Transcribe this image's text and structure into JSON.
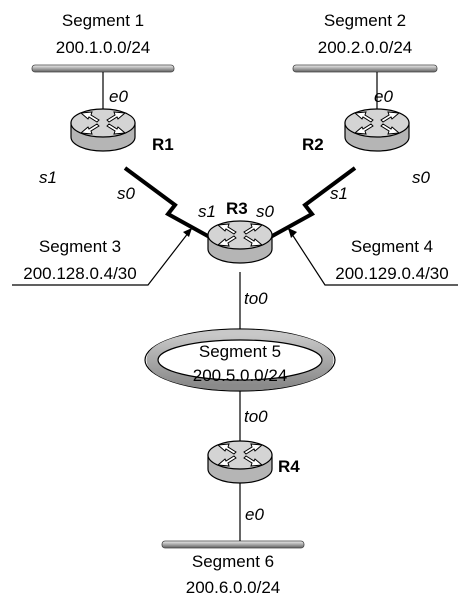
{
  "segments": {
    "s1": {
      "name": "Segment 1",
      "net": "200.1.0.0/24"
    },
    "s2": {
      "name": "Segment 2",
      "net": "200.2.0.0/24"
    },
    "s3": {
      "name": "Segment 3",
      "net": "200.128.0.4/30"
    },
    "s4": {
      "name": "Segment 4",
      "net": "200.129.0.4/30"
    },
    "s5": {
      "name": "Segment 5",
      "net": "200.5.0.0/24"
    },
    "s6": {
      "name": "Segment 6",
      "net": "200.6.0.0/24"
    }
  },
  "routers": {
    "r1": {
      "name": "R1",
      "e0": "e0",
      "s1": "s1",
      "s0": "s0"
    },
    "r2": {
      "name": "R2",
      "e0": "e0",
      "s1": "s1",
      "s0": "s0"
    },
    "r3": {
      "name": "R3",
      "s1": "s1",
      "s0": "s0",
      "to0": "to0"
    },
    "r4": {
      "name": "R4",
      "to0": "to0",
      "e0": "e0"
    }
  }
}
